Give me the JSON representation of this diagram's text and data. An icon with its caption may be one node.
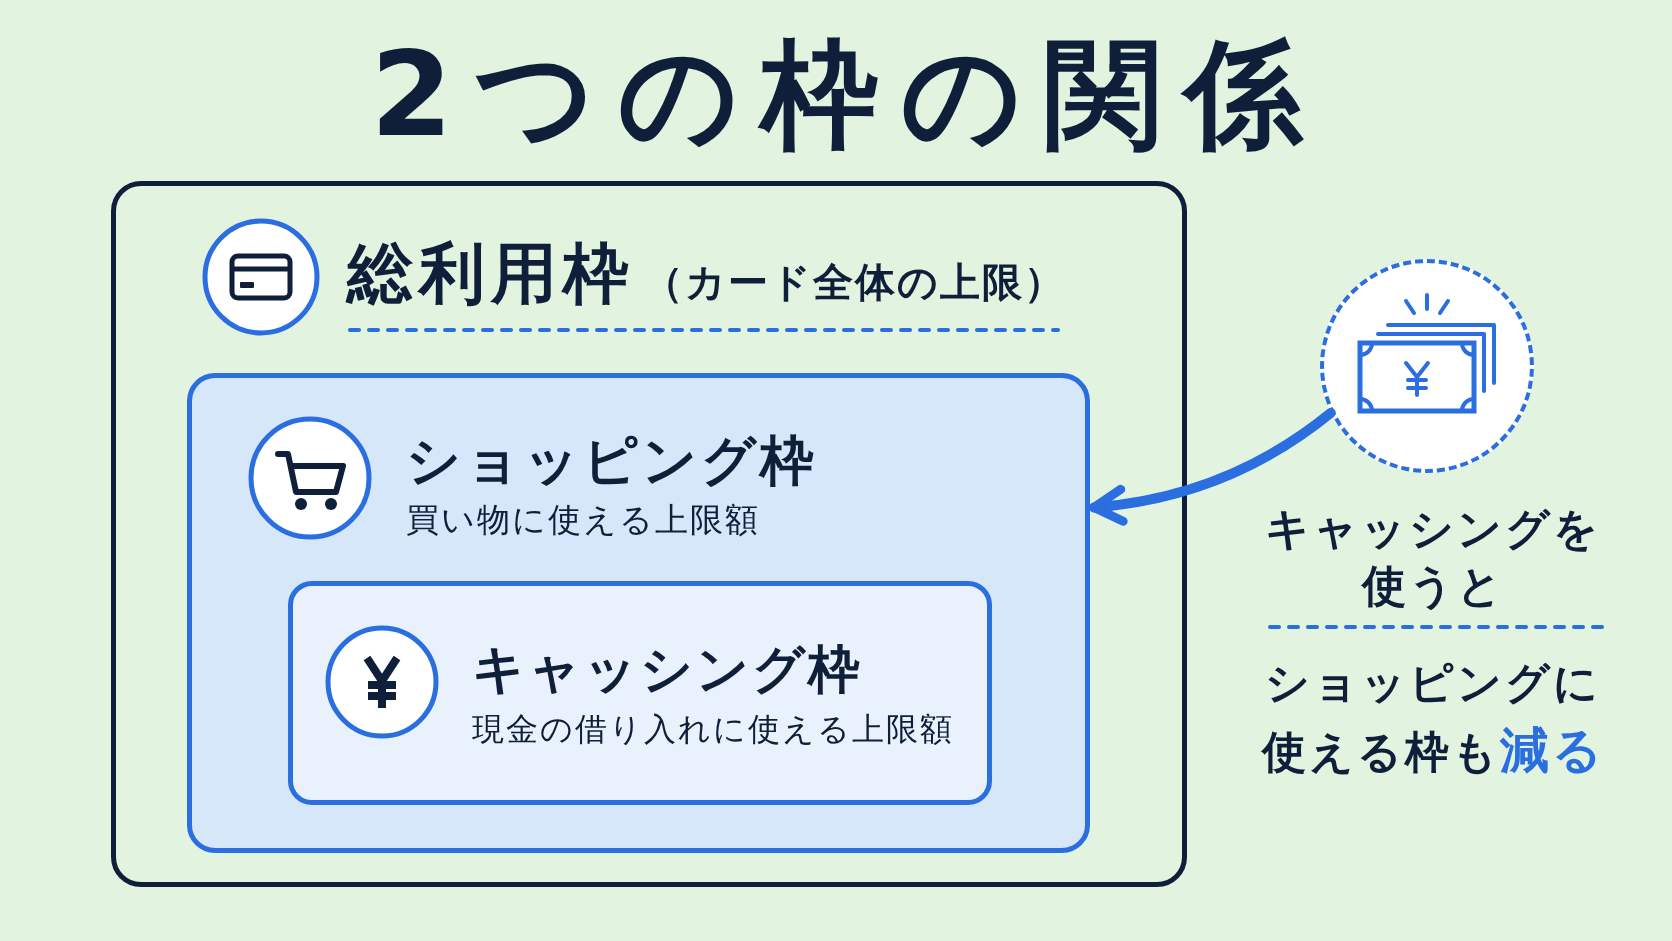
{
  "diagram": {
    "title": "2つの枠の関係",
    "nodes": [
      {
        "text": [
          "総利用枠",
          "（カード全体の上限）"
        ]
      },
      {
        "text": [
          "ショッピング枠",
          "買い物に使える上限額"
        ],
        "in": 0
      },
      {
        "text": [
          "キャッシング枠",
          "現金の借り入れに使える上限額"
        ],
        "in": 1
      },
      {
        "text": [],
        "shape": "circle",
        "beside": [
          "キャッシングを使うと",
          "ショッピングに使える枠も**減る**"
        ]
      }
    ],
    "edges": [
      {
        "from": 3,
        "to": 1,
        "arrow": "to"
      }
    ]
  }
}
